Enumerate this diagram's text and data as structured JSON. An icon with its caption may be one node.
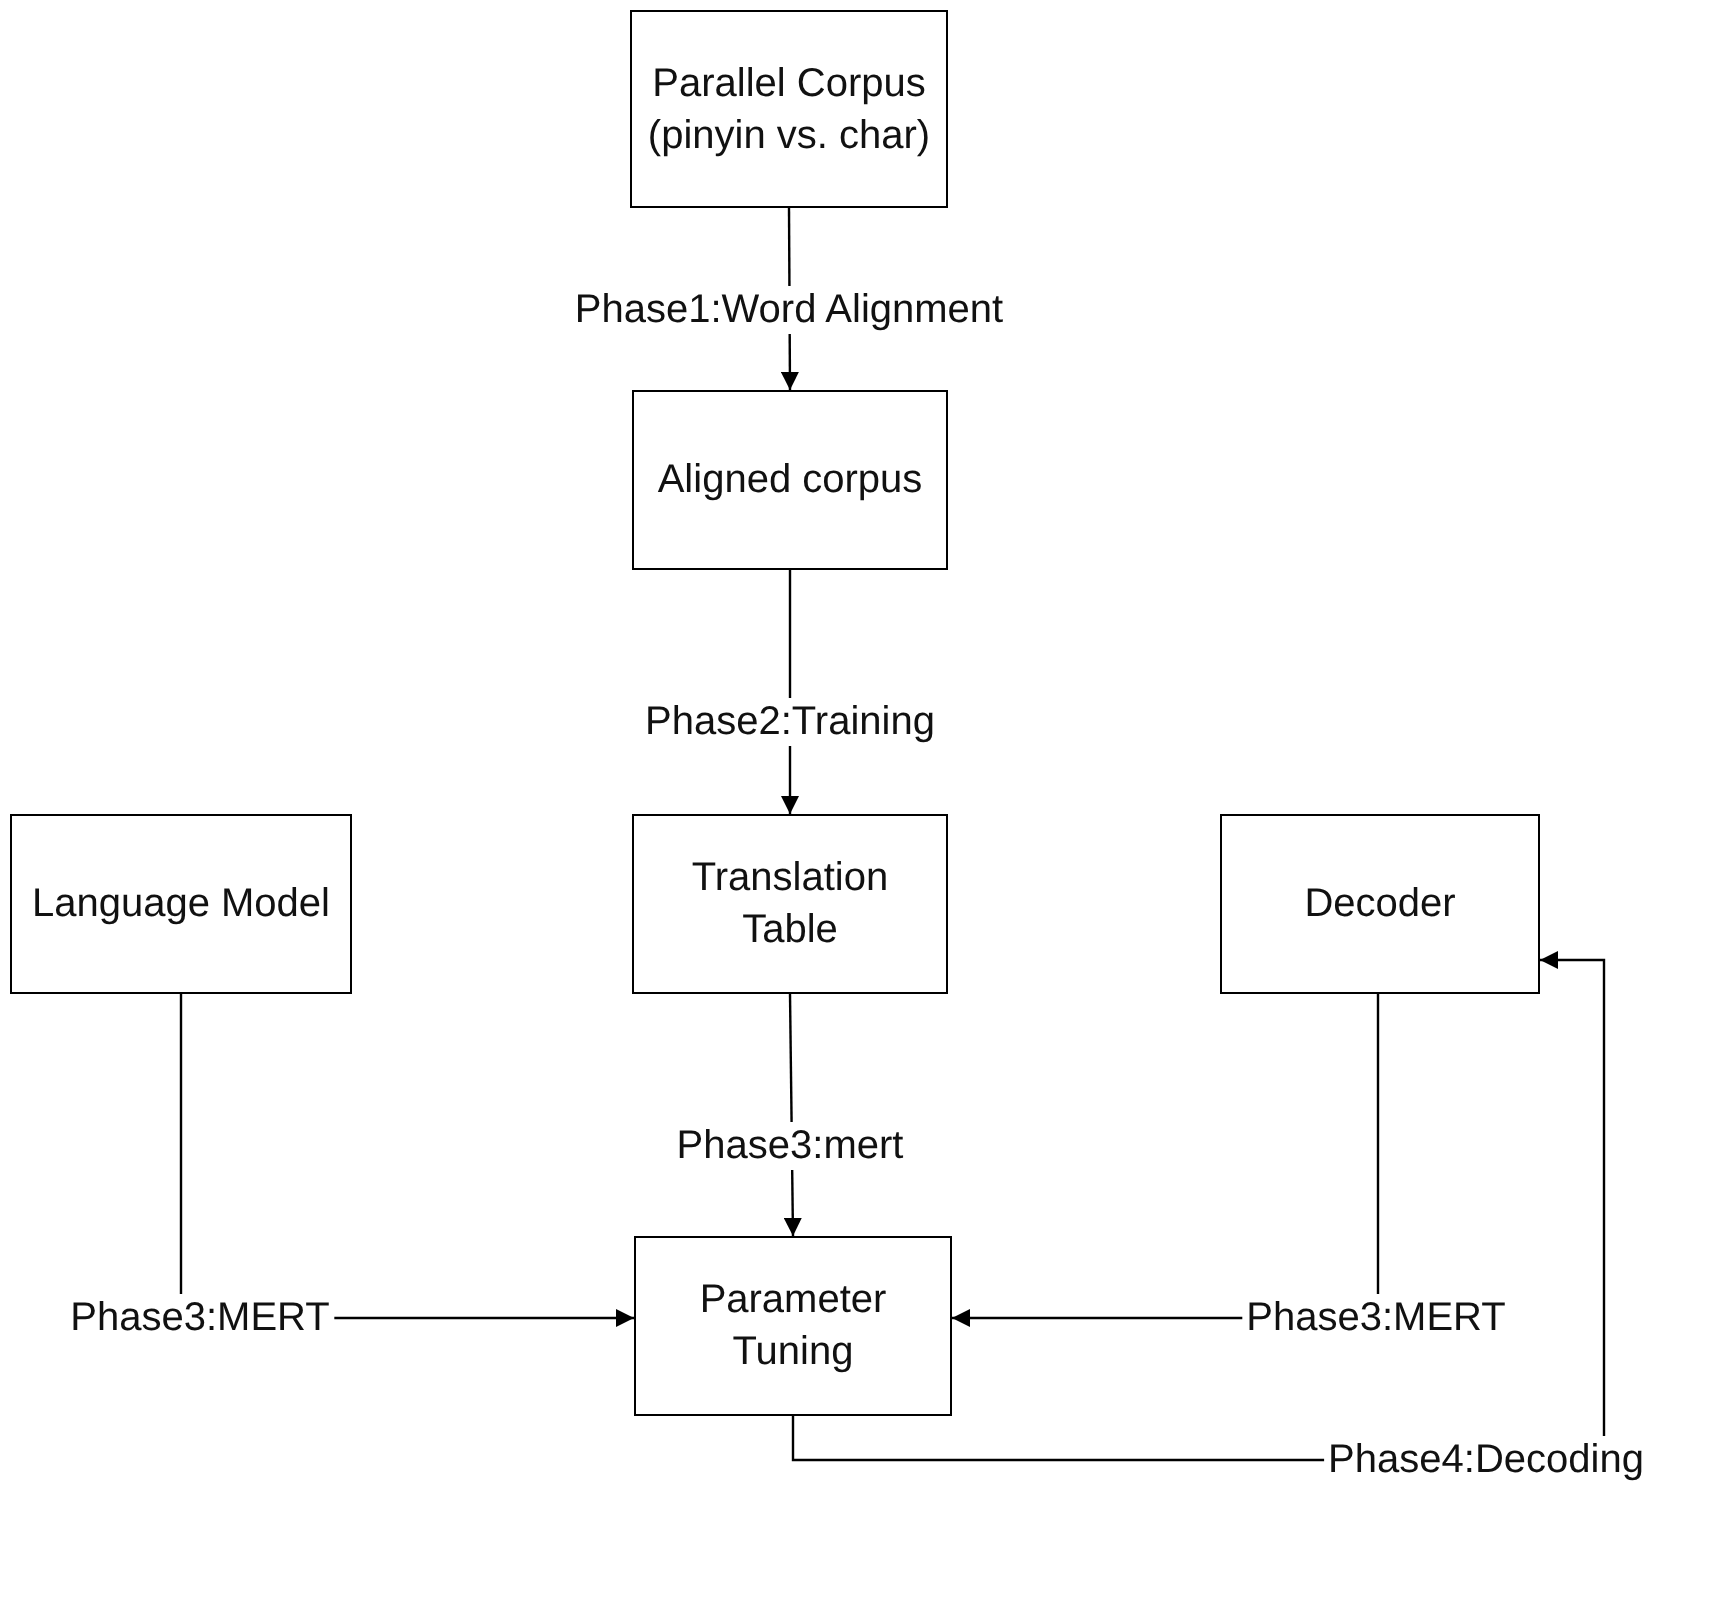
{
  "diagram": {
    "nodes": [
      {
        "text": [
          "Parallel Corpus (pinyin vs. char)"
        ]
      },
      {
        "text": [
          "Aligned corpus"
        ]
      },
      {
        "text": [
          "Translation Table"
        ]
      },
      {
        "text": [
          "Language Model"
        ]
      },
      {
        "text": [
          "Decoder"
        ]
      },
      {
        "text": [
          "Parameter Tuning"
        ]
      }
    ],
    "edges": [
      {
        "from": 0,
        "to": 1,
        "arrow": "to",
        "label": "Phase1:Word Alignment"
      },
      {
        "from": 1,
        "to": 2,
        "arrow": "to",
        "label": "Phase2:Training"
      },
      {
        "from": 2,
        "to": 5,
        "arrow": "to",
        "label": "Phase3:mert"
      },
      {
        "from": 3,
        "to": 5,
        "arrow": "to",
        "label": "Phase3:MERT"
      },
      {
        "from": 4,
        "to": 5,
        "arrow": "to",
        "label": "Phase3:MERT"
      },
      {
        "from": 5,
        "to": 4,
        "arrow": "to",
        "label": "Phase4:Decoding"
      }
    ]
  }
}
